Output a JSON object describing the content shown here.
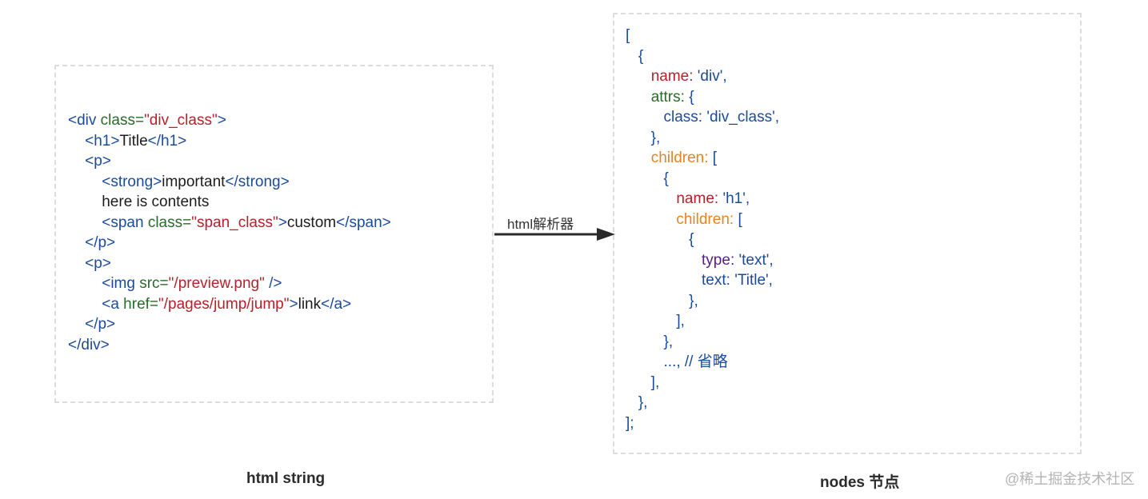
{
  "arrow_label": "html解析器",
  "captions": {
    "left": "html string",
    "right": "nodes 节点"
  },
  "watermark": "@稀土掘金技术社区",
  "colors": {
    "tag": "#1a4b9a",
    "attr": "#2a6a2a",
    "string": "#b8202a",
    "text": "#1c1c1c",
    "children_key": "#e8831e",
    "type_key": "#5b1a8f",
    "box_border": "#dcdcdc"
  },
  "html_string": [
    [
      {
        "t": "<div ",
        "c": "tag"
      },
      {
        "t": "class=",
        "c": "attr"
      },
      {
        "t": "\"div_class\"",
        "c": "str"
      },
      {
        "t": ">",
        "c": "tag"
      }
    ],
    [
      {
        "t": "    <h1>",
        "c": "tag"
      },
      {
        "t": "Title",
        "c": "text"
      },
      {
        "t": "</h1>",
        "c": "tag"
      }
    ],
    [
      {
        "t": "    <p>",
        "c": "tag"
      }
    ],
    [
      {
        "t": "        <strong>",
        "c": "tag"
      },
      {
        "t": "important",
        "c": "text"
      },
      {
        "t": "</strong>",
        "c": "tag"
      }
    ],
    [
      {
        "t": "        here is contents",
        "c": "text"
      }
    ],
    [
      {
        "t": "        <span ",
        "c": "tag"
      },
      {
        "t": "class=",
        "c": "attr"
      },
      {
        "t": "\"span_class\"",
        "c": "str"
      },
      {
        "t": ">",
        "c": "tag"
      },
      {
        "t": "custom",
        "c": "text"
      },
      {
        "t": "</span>",
        "c": "tag"
      }
    ],
    [
      {
        "t": "    </p>",
        "c": "tag"
      }
    ],
    [
      {
        "t": "    <p>",
        "c": "tag"
      }
    ],
    [
      {
        "t": "        <img ",
        "c": "tag"
      },
      {
        "t": "src=",
        "c": "attr"
      },
      {
        "t": "\"/preview.png\"",
        "c": "str"
      },
      {
        "t": " />",
        "c": "tag"
      }
    ],
    [
      {
        "t": "        <a ",
        "c": "tag"
      },
      {
        "t": "href=",
        "c": "attr"
      },
      {
        "t": "\"/pages/jump/jump\"",
        "c": "str"
      },
      {
        "t": ">",
        "c": "tag"
      },
      {
        "t": "link",
        "c": "text"
      },
      {
        "t": "</a>",
        "c": "tag"
      }
    ],
    [
      {
        "t": "    </p>",
        "c": "tag"
      }
    ],
    [
      {
        "t": "</div>",
        "c": "tag"
      }
    ]
  ],
  "nodes": [
    [
      {
        "t": "[",
        "c": "val"
      }
    ],
    [
      {
        "t": "   {",
        "c": "val"
      }
    ],
    [
      {
        "t": "      ",
        "c": "val"
      },
      {
        "t": "name:",
        "c": "key-name"
      },
      {
        "t": " 'div',",
        "c": "val"
      }
    ],
    [
      {
        "t": "      ",
        "c": "val"
      },
      {
        "t": "attrs:",
        "c": "key-attrs"
      },
      {
        "t": " {",
        "c": "val"
      }
    ],
    [
      {
        "t": "         class: 'div_class',",
        "c": "val"
      }
    ],
    [
      {
        "t": "      },",
        "c": "val"
      }
    ],
    [
      {
        "t": "      ",
        "c": "val"
      },
      {
        "t": "children:",
        "c": "key-children"
      },
      {
        "t": " [",
        "c": "val"
      }
    ],
    [
      {
        "t": "         {",
        "c": "val"
      }
    ],
    [
      {
        "t": "            ",
        "c": "val"
      },
      {
        "t": "name:",
        "c": "key-name"
      },
      {
        "t": " 'h1',",
        "c": "val"
      }
    ],
    [
      {
        "t": "            ",
        "c": "val"
      },
      {
        "t": "children:",
        "c": "key-children"
      },
      {
        "t": " [",
        "c": "val"
      }
    ],
    [
      {
        "t": "               {",
        "c": "val"
      }
    ],
    [
      {
        "t": "                  ",
        "c": "val"
      },
      {
        "t": "type:",
        "c": "key-type"
      },
      {
        "t": " 'text',",
        "c": "val"
      }
    ],
    [
      {
        "t": "                  text: 'Title',",
        "c": "val"
      }
    ],
    [
      {
        "t": "               },",
        "c": "val"
      }
    ],
    [
      {
        "t": "            ],",
        "c": "val"
      }
    ],
    [
      {
        "t": "         },",
        "c": "val"
      }
    ],
    [
      {
        "t": "         ..., // 省略",
        "c": "comment"
      }
    ],
    [
      {
        "t": "      ],",
        "c": "val"
      }
    ],
    [
      {
        "t": "   },",
        "c": "val"
      }
    ],
    [
      {
        "t": "];",
        "c": "val"
      }
    ]
  ]
}
